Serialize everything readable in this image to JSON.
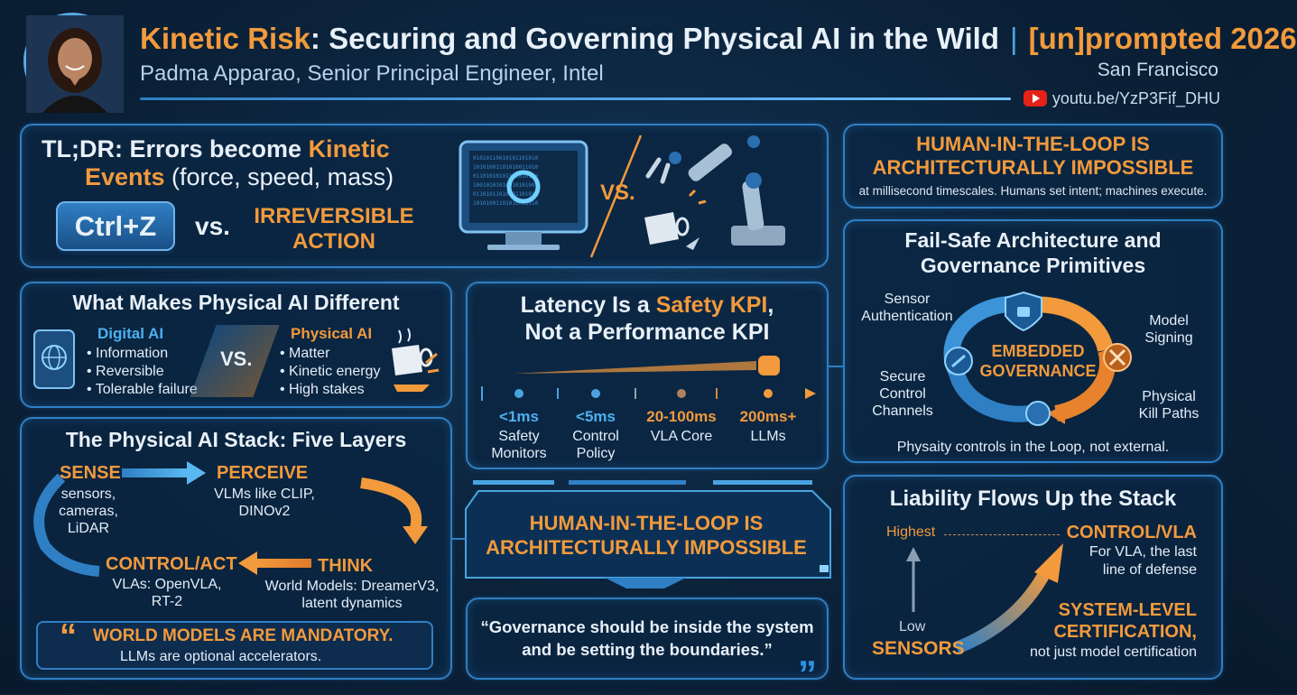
{
  "header": {
    "title_part1": "Kinetic Risk",
    "title_part2": ": Securing and Governing Physical AI in the Wild",
    "brand_bracket": "[un]",
    "brand_rest": "prompted 2026",
    "speaker_name": "Padma Apparao",
    "speaker_role": ", Senior Principal Engineer, Intel",
    "city": "San Francisco",
    "video_link": "youtu.be/YzP3Fif_DHU"
  },
  "tldr": {
    "prefix": "TL;DR: Errors become ",
    "highlight_1": "Kinetic",
    "highlight_2": "Events",
    "suffix": " (force, speed, mass)",
    "undo_key": "Ctrl+Z",
    "vs": "vs.",
    "irreversible_1": "IRREVERSIBLE",
    "irreversible_2": "ACTION",
    "vs_image": "VS."
  },
  "hitl_top": {
    "line1": "HUMAN-IN-THE-LOOP IS",
    "line2": "ARCHITECTURALLY IMPOSSIBLE",
    "sub": "at millisecond timescales. Humans set intent; machines execute."
  },
  "different": {
    "title": "What Makes Physical AI Different",
    "digital_title": "Digital AI",
    "digital_items": [
      "• Information",
      "• Reversible",
      "• Tolerable failure"
    ],
    "vs": "VS.",
    "physical_title": "Physical AI",
    "physical_items": [
      "• Matter",
      "• Kinetic energy",
      "• High stakes"
    ]
  },
  "latency": {
    "title_pre": "Latency Is a ",
    "title_hl": "Safety KPI",
    "title_post": ",",
    "title_line2": "Not a Performance KPI",
    "ticks": [
      {
        "value": "<1ms",
        "label1": "Safety",
        "label2": "Monitors"
      },
      {
        "value": "<5ms",
        "label1": "Control",
        "label2": "Policy"
      },
      {
        "value": "20-100ms",
        "label1": "VLA Core",
        "label2": ""
      },
      {
        "value": "200ms+",
        "label1": "LLMs",
        "label2": ""
      }
    ]
  },
  "failsafe": {
    "title1": "Fail-Safe Architecture and",
    "title2": "Governance Primitives",
    "center1": "EMBEDDED",
    "center2": "GOVERNANCE",
    "sensor_auth1": "Sensor",
    "sensor_auth2": "Authentication",
    "model_sign1": "Model",
    "model_sign2": "Signing",
    "secure1": "Secure",
    "secure2": "Control",
    "secure3": "Channels",
    "kill1": "Physical",
    "kill2": "Kill Paths",
    "footer": "Physaity controls in the Loop, not external."
  },
  "stack": {
    "title": "The Physical AI Stack: Five Layers",
    "sense": "SENSE",
    "sense_desc": [
      "sensors,",
      "cameras,",
      "LiDAR"
    ],
    "perceive": "PERCEIVE",
    "perceive_desc": [
      "VLMs like CLIP,",
      "DINOv2"
    ],
    "think": "THINK",
    "think_desc": [
      "World Models: DreamerV3,",
      "latent dynamics"
    ],
    "control": "CONTROL/ACT",
    "control_desc": [
      "VLAs: OpenVLA,",
      "RT-2"
    ],
    "quote_mark": "“",
    "mandatory": "WORLD MODELS ARE MANDATORY.",
    "optional": "LLMs are optional accelerators."
  },
  "hitl_mid": {
    "line1": "HUMAN-IN-THE-LOOP IS",
    "line2": "ARCHITECTURALLY IMPOSSIBLE"
  },
  "quote": {
    "line1": "“Governance should be inside the system",
    "line2": "and be setting the boundaries.”",
    "mark": "”"
  },
  "liability": {
    "title": "Liability Flows Up the Stack",
    "highest": "Highest",
    "low": "Low",
    "sensors": "SENSORS",
    "control_vla": "CONTROL/VLA",
    "vla_desc1": "For VLA, the last",
    "vla_desc2": "line of defense",
    "cert1": "SYSTEM-LEVEL",
    "cert2": "CERTIFICATION,",
    "cert_desc": "not just model certification"
  },
  "colors": {
    "accent_orange": "#f29a3c",
    "accent_blue": "#4db0f0",
    "border_blue": "#2f7fc4"
  }
}
